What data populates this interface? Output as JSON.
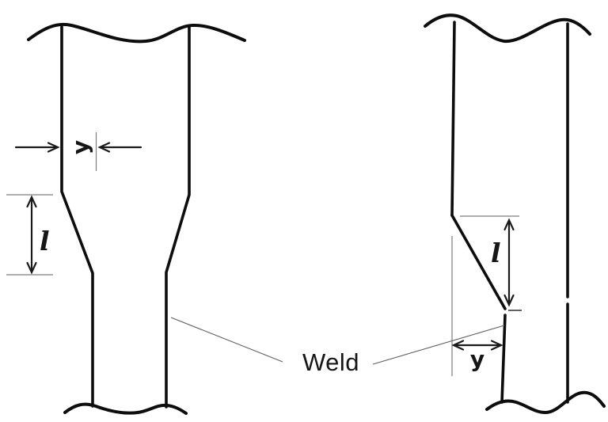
{
  "labels": {
    "weld": "Weld",
    "left_view": {
      "offset": "y",
      "taper_length": "l"
    },
    "right_view": {
      "offset": "y",
      "taper_length": "l"
    }
  },
  "colors": {
    "background": "#ffffff",
    "outline": "#0d0d0d",
    "dimension": "#1a1a1a",
    "extension": "#7d7d7d",
    "text": "#161616"
  }
}
